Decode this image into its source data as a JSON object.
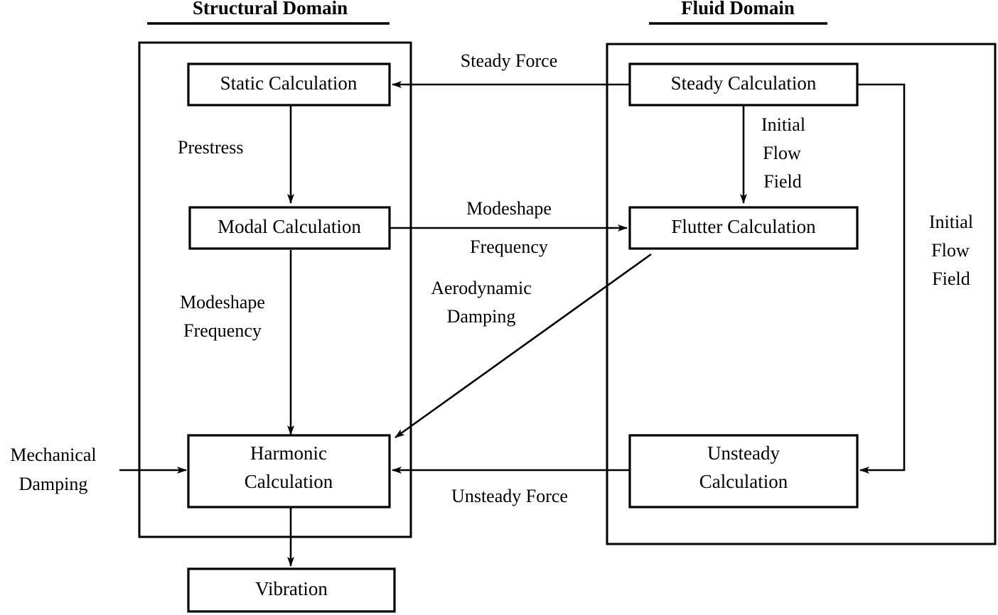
{
  "figure": {
    "type": "flow-diagram",
    "title_left": "Structural Domain",
    "title_right": "Fluid Domain"
  },
  "domains": {
    "structural": {
      "label": "Structural Domain"
    },
    "fluid": {
      "label": "Fluid Domain"
    }
  },
  "nodes": {
    "static_calculation": {
      "label": "Static Calculation"
    },
    "modal_calculation": {
      "label": "Modal Calculation"
    },
    "harmonic_calculation_l1": {
      "label": "Harmonic"
    },
    "harmonic_calculation_l2": {
      "label": "Calculation"
    },
    "vibration": {
      "label": "Vibration"
    },
    "steady_calculation": {
      "label": "Steady Calculation"
    },
    "flutter_calculation": {
      "label": "Flutter Calculation"
    },
    "unsteady_calculation_l1": {
      "label": "Unsteady"
    },
    "unsteady_calculation_l2": {
      "label": "Calculation"
    }
  },
  "edge_labels": {
    "steady_force": "Steady Force",
    "prestress": "Prestress",
    "modeshape_mid": "Modeshape",
    "frequency_mid": "Frequency",
    "aerodynamic": "Aerodynamic",
    "damping": "Damping",
    "modeshape_left": "Modeshape",
    "frequency_left": "Frequency",
    "unsteady_force": "Unsteady Force",
    "mechanical": "Mechanical",
    "mech_damping": "Damping",
    "initial_center_l1": "Initial",
    "initial_center_l2": "Flow",
    "initial_center_l3": "Field",
    "initial_right_l1": "Initial",
    "initial_right_l2": "Flow",
    "initial_right_l3": "Field"
  },
  "colors": {
    "stroke": "#000000",
    "fill": "#ffffff",
    "text": "#000000"
  }
}
